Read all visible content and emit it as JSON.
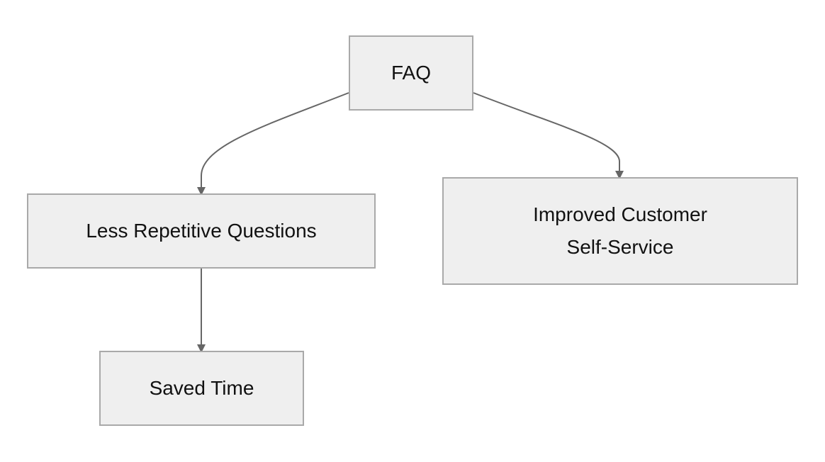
{
  "diagram": {
    "nodes": {
      "faq": {
        "label": "FAQ"
      },
      "less_repetitive": {
        "label": "Less Repetitive Questions"
      },
      "saved_time": {
        "label": "Saved Time"
      },
      "improved_self_service": {
        "label": "Improved Customer Self-Service"
      }
    },
    "edges": [
      {
        "from": "faq",
        "to": "less_repetitive"
      },
      {
        "from": "faq",
        "to": "improved_self_service"
      },
      {
        "from": "less_repetitive",
        "to": "saved_time"
      }
    ],
    "colors": {
      "node_fill": "#efefef",
      "node_border": "#a9a9a9",
      "edge": "#666666",
      "text": "#111111"
    }
  }
}
